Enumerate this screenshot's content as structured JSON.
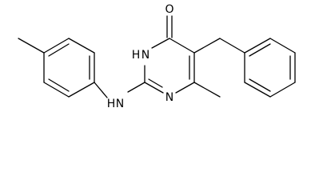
{
  "molecule": {
    "atoms": {
      "oxygen": "O",
      "nh_ring": "H",
      "n_ring_h": "N",
      "n_ring": "N",
      "nh_linker_n": "N",
      "nh_linker_h": "H"
    }
  },
  "colors": {
    "bond": "#000000",
    "label": "#000000",
    "background": "#ffffff"
  }
}
